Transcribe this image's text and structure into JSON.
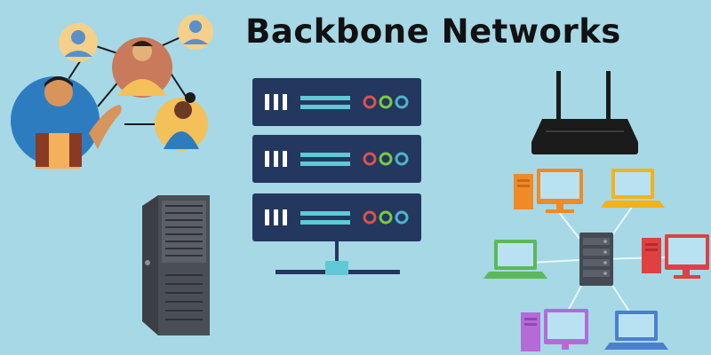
{
  "title": "Backbone Networks",
  "colors": {
    "background": "#a6d8e6",
    "server_panel": "#23375f",
    "server_stripe": "#5fc9d6",
    "led_red": "#d9534f",
    "led_green": "#7ac943",
    "led_teal": "#4fb3c8",
    "connector": "#5fc9d6"
  },
  "icons": [
    "people-network-illustration",
    "tower-server-icon",
    "rack-server-icon",
    "wifi-router-icon",
    "computer-network-diagram"
  ]
}
